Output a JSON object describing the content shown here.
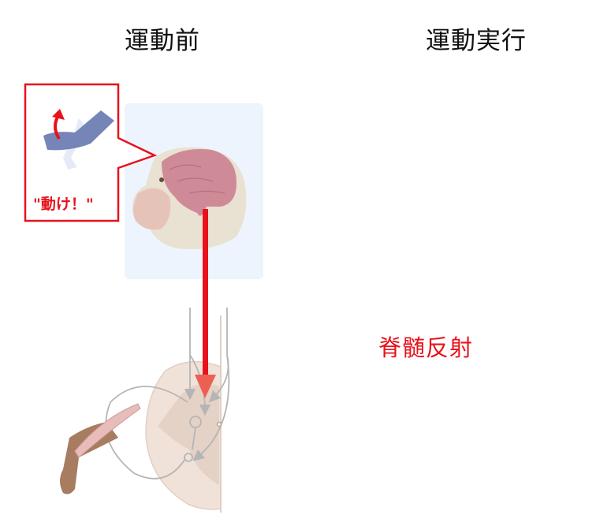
{
  "titles": {
    "left": "運動前",
    "right": "運動実行"
  },
  "left_panel": {
    "speech_bubble_text": "\"動け！\"",
    "bubble_icon": "hand-with-arrow-icon",
    "descending_pathway": "strong",
    "pathway_color": "#e8121c"
  },
  "right_panel": {
    "speech_bubble_icon": "music-notes-icon",
    "reflex_label": "脊髄反射",
    "descending_pathway": "faint",
    "reflex_loop_color": "#b5409a"
  },
  "colors": {
    "accent_red": "#e8121c",
    "head_box": "#edf4fd",
    "spinal_cord": "#f1e2d9",
    "gray_matter": "#e5d2c6",
    "neuron_gray": "#b5b5b5",
    "note_blue": "#7585b8",
    "arm_brown": "#a77c60",
    "muscle_pink": "#e8bcb8",
    "brain_pink": "#cf8a98"
  }
}
